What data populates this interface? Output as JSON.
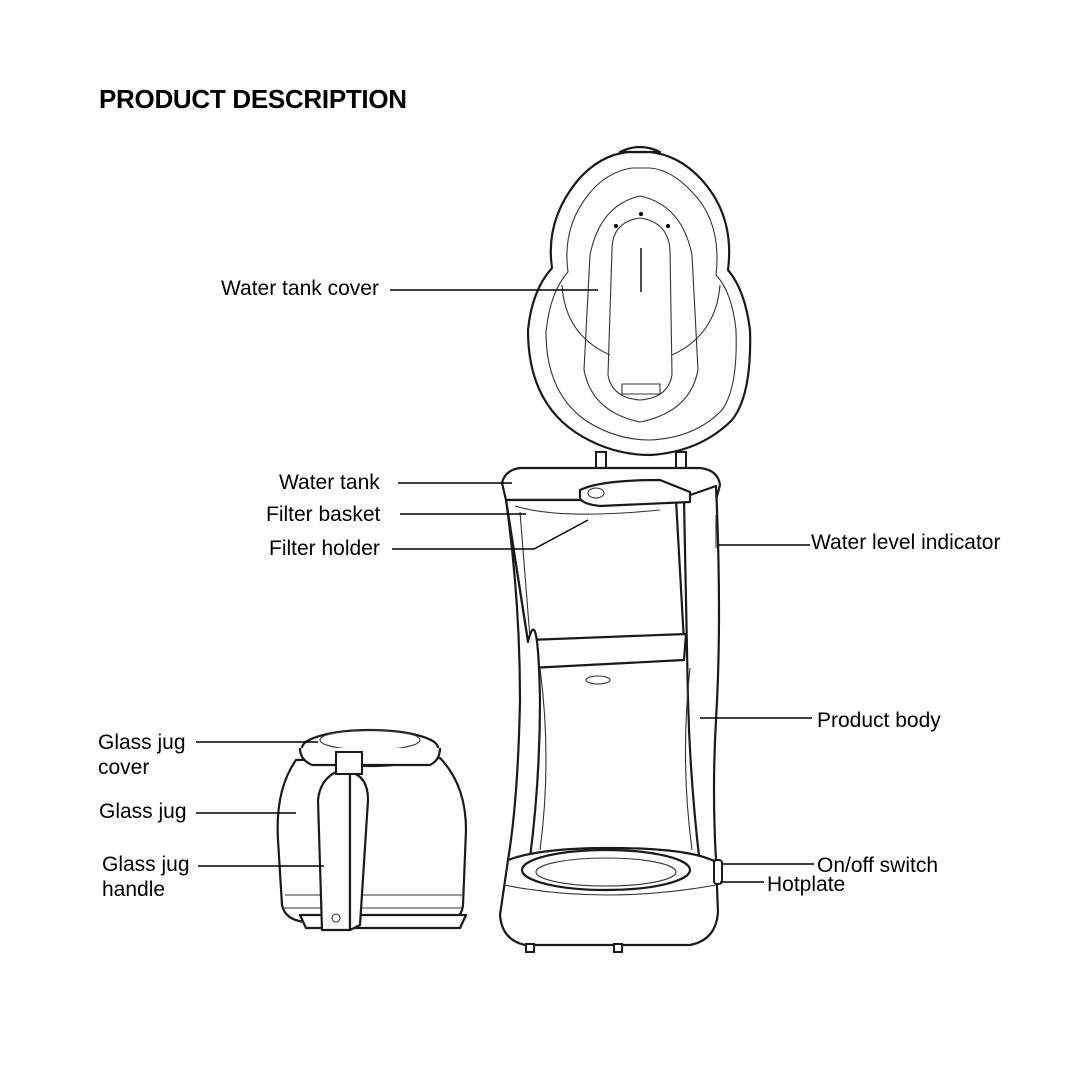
{
  "title": "PRODUCT DESCRIPTION",
  "labels": {
    "water_tank_cover": "Water tank cover",
    "water_tank": "Water tank",
    "filter_basket": "Filter basket",
    "filter_holder": "Filter holder",
    "water_level_indicator": "Water level indicator",
    "product_body": "Product body",
    "glass_jug_cover": "Glass jug\ncover",
    "glass_jug": "Glass jug",
    "glass_jug_handle": "Glass jug\nhandle",
    "on_off_switch": "On/off switch",
    "hotplate": "Hotplate"
  }
}
